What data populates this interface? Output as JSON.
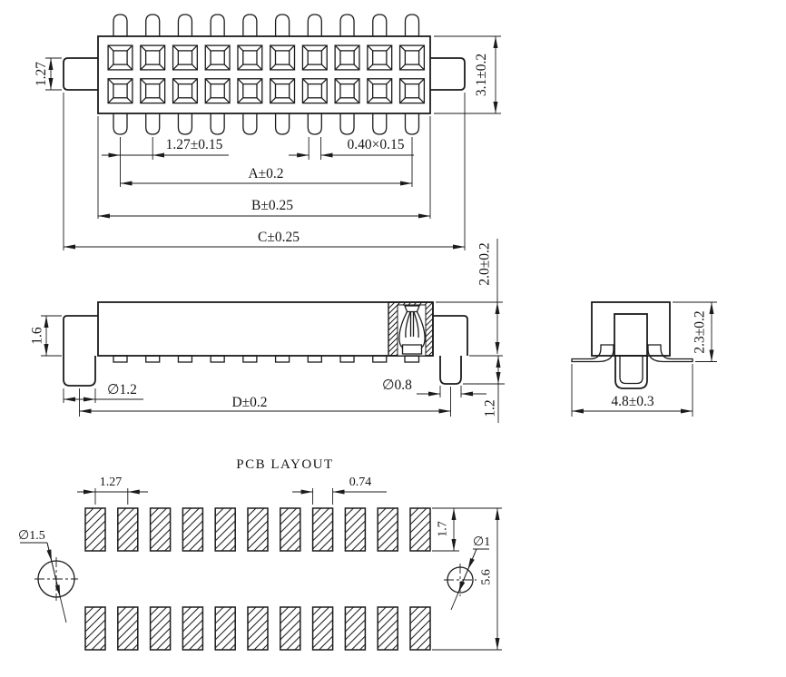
{
  "title": "Connector dimensional drawing",
  "colors": {
    "background": "#ffffff",
    "line": "#1b1b1b"
  },
  "counts": {
    "top_view_positions": 10,
    "top_view_rows": 2,
    "front_view_leads": 9,
    "pcb_pads_per_row": 11,
    "pcb_pad_rows": 2
  },
  "labels": {
    "top_view": {
      "tab_height": "1.27",
      "total_height": "3.1±0.2",
      "pin_pitch": "1.27±0.15",
      "pin_section": "0.40×0.15",
      "dim_a": "A±0.2",
      "dim_b": "B±0.25",
      "dim_c": "C±0.25"
    },
    "front_view": {
      "body_height": "2.0±0.2",
      "standoff": "1.6",
      "boss_left_dia": "∅1.2",
      "boss_span": "D±0.2",
      "boss_right_dia": "∅0.8",
      "boss_length": "1.2"
    },
    "end_view": {
      "height": "2.3±0.2",
      "width": "4.8±0.3"
    },
    "pcb_layout": {
      "title": "PCB LAYOUT",
      "pad_pitch": "1.27",
      "pad_width": "0.74",
      "hole_left_dia": "∅1.5",
      "hole_right_dia": "∅1",
      "pad_height": "1.7",
      "row_span": "5.6"
    }
  }
}
